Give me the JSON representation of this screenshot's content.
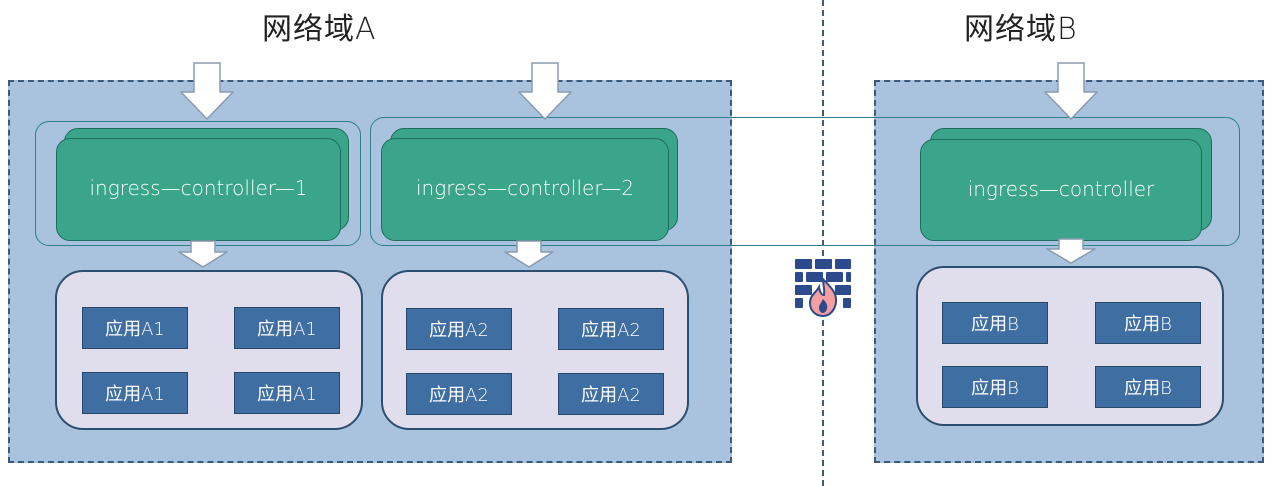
{
  "domains": {
    "a": {
      "title": "网络域A"
    },
    "b": {
      "title": "网络域B"
    }
  },
  "controllers": {
    "a1": {
      "label": "ingress—controller—1"
    },
    "a2": {
      "label": "ingress—controller—2"
    },
    "b": {
      "label": "ingress—controller"
    }
  },
  "apps": {
    "a1": [
      "应用A1",
      "应用A1",
      "应用A1",
      "应用A1"
    ],
    "a2": [
      "应用A2",
      "应用A2",
      "应用A2",
      "应用A2"
    ],
    "b": [
      "应用B",
      "应用B",
      "应用B",
      "应用B"
    ]
  },
  "icons": {
    "firewall": "firewall-icon",
    "arrow": "arrow-down-icon"
  },
  "colors": {
    "domain_fill": "#a9c3de",
    "controller_fill": "#3aa58b",
    "app_area_fill": "#e0deed",
    "app_fill": "#3f6ea3",
    "firewall_blue": "#2c4a8c",
    "firewall_flame": "#f08a8a"
  }
}
